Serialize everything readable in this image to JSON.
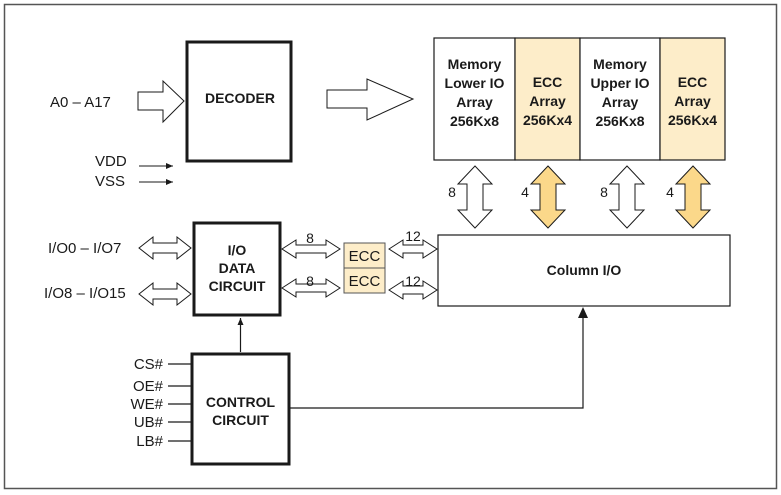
{
  "diagram": {
    "colors": {
      "ecc_fill": "#fdedc9",
      "ecc_arrow_fill": "#fbd88a",
      "stroke": "#1a1a1a",
      "background": "#ffffff"
    },
    "address_input": {
      "label": "A0 – A17",
      "icon": "wide-arrow-right-icon"
    },
    "power": [
      {
        "label": "VDD",
        "icon": "arrow-right-icon"
      },
      {
        "label": "VSS",
        "icon": "arrow-right-icon"
      }
    ],
    "decoder": {
      "label": "DECODER"
    },
    "decoder_to_array": {
      "icon": "wide-arrow-right-icon"
    },
    "arrays": [
      {
        "lines": [
          "Memory",
          "Lower IO",
          "Array",
          "256Kx8"
        ],
        "type": "memory",
        "bus_width": "8"
      },
      {
        "lines": [
          "ECC",
          "Array",
          "256Kx4"
        ],
        "type": "ecc",
        "bus_width": "4"
      },
      {
        "lines": [
          "Memory",
          "Upper IO",
          "Array",
          "256Kx8"
        ],
        "type": "memory",
        "bus_width": "8"
      },
      {
        "lines": [
          "ECC",
          "Array",
          "256Kx4"
        ],
        "type": "ecc",
        "bus_width": "4"
      }
    ],
    "column_io": {
      "label": "Column I/O"
    },
    "io_ports": [
      {
        "label": "I/O0 – I/O7"
      },
      {
        "label": "I/O8 – I/O15"
      }
    ],
    "io_data_circuit": {
      "lines": [
        "I/O",
        "DATA",
        "CIRCUIT"
      ]
    },
    "ecc_blocks": [
      {
        "label": "ECC",
        "in_width": "8",
        "out_width": "12"
      },
      {
        "label": "ECC",
        "in_width": "8",
        "out_width": "12"
      }
    ],
    "control_inputs": [
      "CS#",
      "OE#",
      "WE#",
      "UB#",
      "LB#"
    ],
    "control_circuit": {
      "lines": [
        "CONTROL",
        "CIRCUIT"
      ]
    }
  }
}
